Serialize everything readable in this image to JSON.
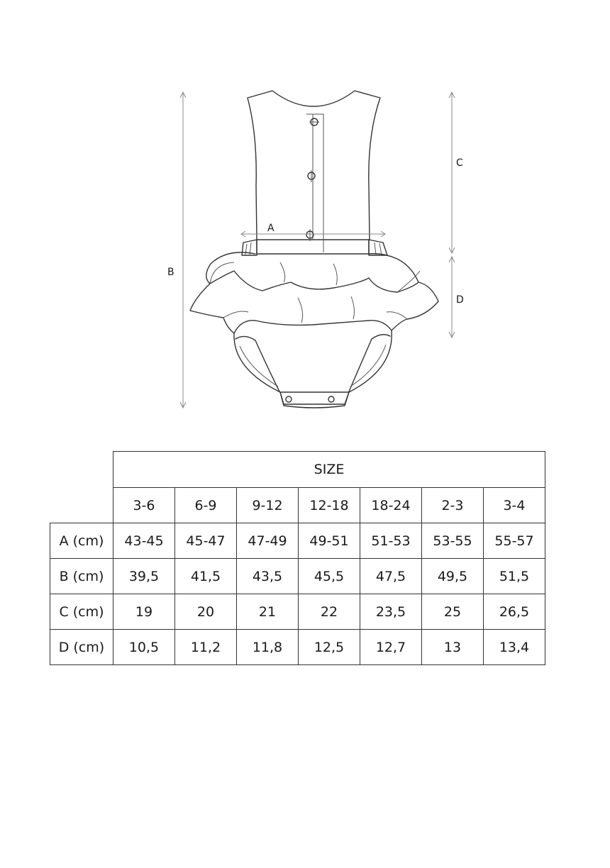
{
  "diagram": {
    "labels": {
      "a": "A",
      "b": "B",
      "c": "C",
      "d": "D"
    }
  },
  "table": {
    "header": "SIZE",
    "sizes": [
      "3-6",
      "6-9",
      "9-12",
      "12-18",
      "18-24",
      "2-3",
      "3-4"
    ],
    "rows": [
      {
        "label": "A (cm)",
        "values": [
          "43-45",
          "45-47",
          "47-49",
          "49-51",
          "51-53",
          "53-55",
          "55-57"
        ]
      },
      {
        "label": "B (cm)",
        "values": [
          "39,5",
          "41,5",
          "43,5",
          "45,5",
          "47,5",
          "49,5",
          "51,5"
        ]
      },
      {
        "label": "C (cm)",
        "values": [
          "19",
          "20",
          "21",
          "22",
          "23,5",
          "25",
          "26,5"
        ]
      },
      {
        "label": "D (cm)",
        "values": [
          "10,5",
          "11,2",
          "11,8",
          "12,5",
          "12,7",
          "13",
          "13,4"
        ]
      }
    ]
  }
}
